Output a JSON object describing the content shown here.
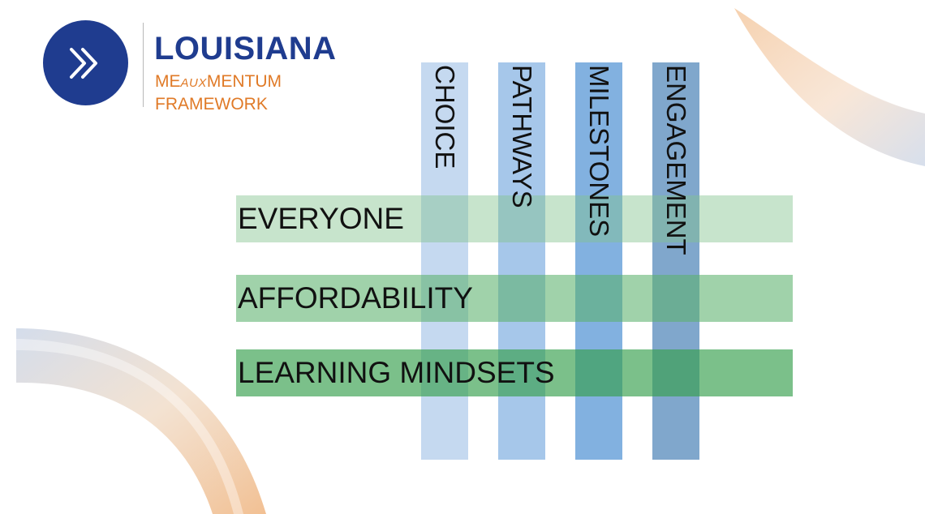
{
  "logo": {
    "icon": "double-chevron-right-icon",
    "title": "LOUISIANA",
    "line1_prefix": "ME",
    "line1_italic": "AUX",
    "line1_suffix": "MENTUM",
    "line2": "FRAMEWORK",
    "colors": {
      "navy": "#1f3c8f",
      "orange": "#e07a27"
    }
  },
  "columns": [
    {
      "label": "CHOICE",
      "color": "#c5d9f0"
    },
    {
      "label": "PATHWAYS",
      "color": "#a6c7ea"
    },
    {
      "label": "MILESTONES",
      "color": "#82b1e0"
    },
    {
      "label": "ENGAGEMENT",
      "color": "#80a7cc"
    }
  ],
  "rows": [
    {
      "label": "EVERYONE",
      "color": "rgba(130,196,142,0.45)"
    },
    {
      "label": "AFFORDABILITY",
      "color": "rgba(92,178,108,0.58)"
    },
    {
      "label": "LEARNING MINDSETS",
      "color": "rgba(54,160,78,0.66)"
    }
  ]
}
